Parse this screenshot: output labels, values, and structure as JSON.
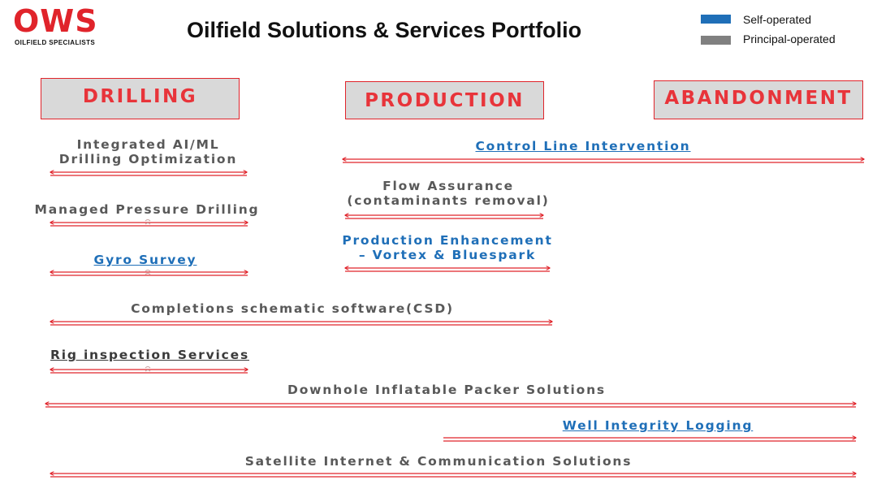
{
  "logo": {
    "word": "OWS",
    "subtitle": "OILFIELD SPECIALISTS"
  },
  "title": "Oilfield Solutions & Services Portfolio",
  "legend": [
    {
      "label": "Self-operated",
      "color": "#1f6fb8"
    },
    {
      "label": "Principal-operated",
      "color": "#808080"
    }
  ],
  "phases": [
    {
      "label": "DRILLING"
    },
    {
      "label": "PRODUCTION"
    },
    {
      "label": "ABANDONMENT"
    }
  ],
  "services": [
    {
      "line1": "Integrated AI/ML",
      "line2": "Drilling Optimization"
    },
    {
      "line1": "Managed Pressure Drilling"
    },
    {
      "line1": "Gyro Survey"
    },
    {
      "line1": "Completions schematic software(CSD)"
    },
    {
      "line1": "Rig inspection Services"
    },
    {
      "line1": "Downhole Inflatable Packer Solutions"
    },
    {
      "line1": "Satellite Internet & Communication Solutions"
    },
    {
      "line1": "Control Line Intervention"
    },
    {
      "line1": "Flow Assurance",
      "line2": "(contaminants removal)"
    },
    {
      "line1": "Production Enhancement",
      "line2": "– Vortex & Bluespark"
    },
    {
      "line1": "Well Integrity Logging"
    }
  ],
  "colors": {
    "accent_red": "#e0242b",
    "header_fill": "#d9d9d9",
    "blue": "#1f6fb8",
    "grey": "#595959"
  }
}
